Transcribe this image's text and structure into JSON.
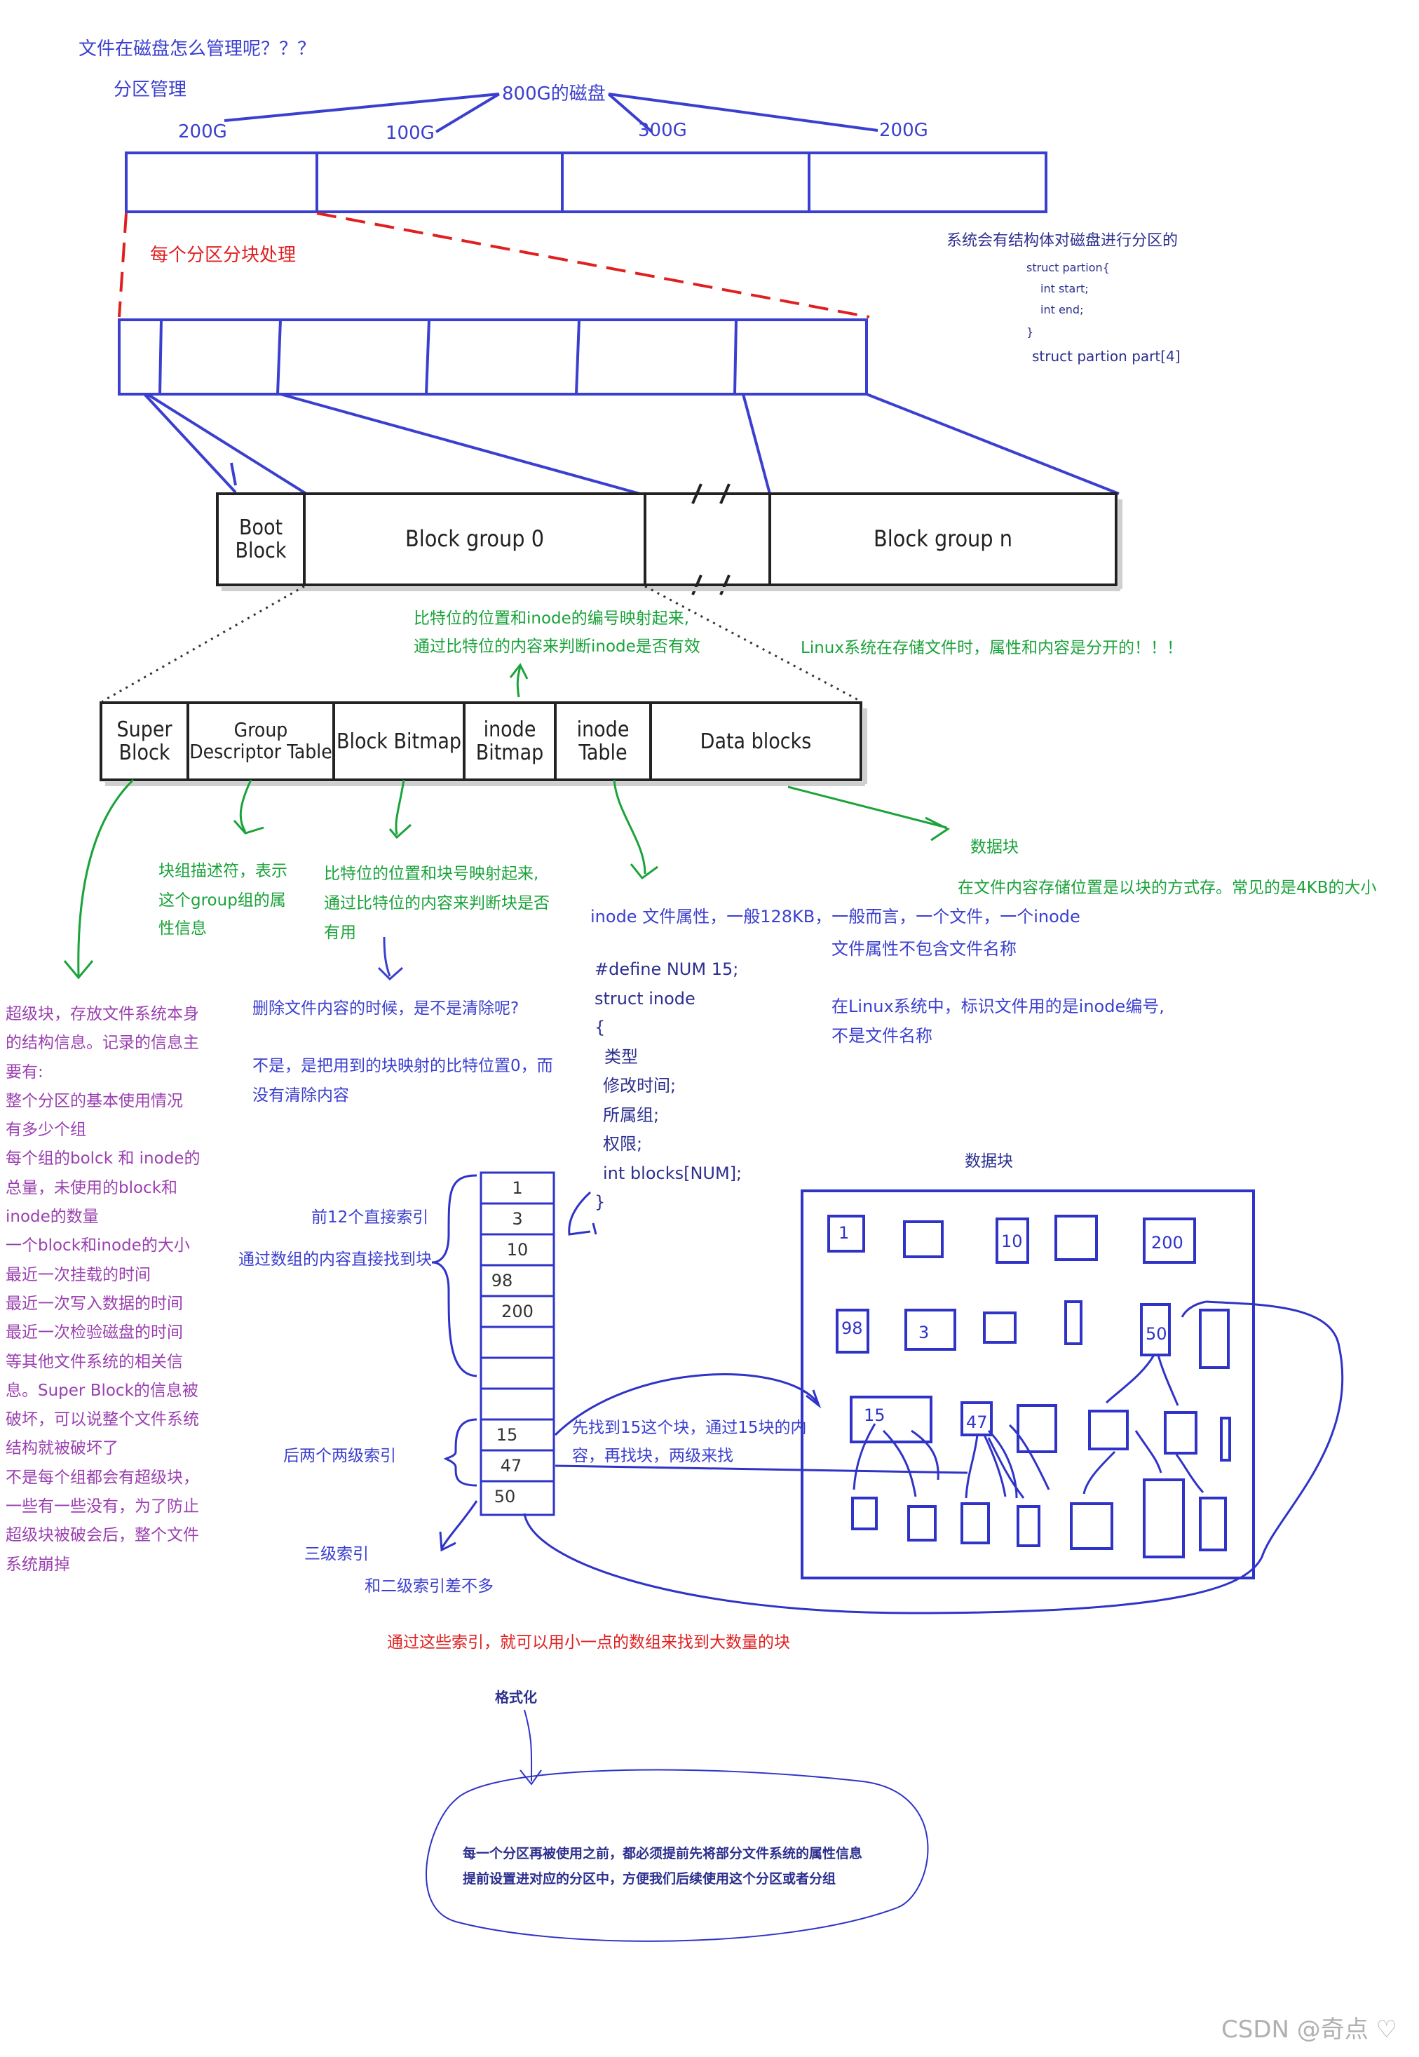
{
  "title": "文件在磁盘怎么管理呢？？？",
  "partition": {
    "heading": "分区管理",
    "disk_label": "800G的磁盘",
    "sizes": [
      "200G",
      "100G",
      "300G",
      "200G"
    ],
    "chunk_note": "每个分区分块处理"
  },
  "struct_note": {
    "title": "系统会有结构体对磁盘进行分区的",
    "lines": [
      "struct partion{",
      "int start;",
      "int end;",
      "}",
      "struct partion part[4]"
    ]
  },
  "layout_boxes": {
    "boot_block": "Boot Block",
    "block_group_0": "Block group 0",
    "block_group_n": "Block group n"
  },
  "group_boxes": [
    "Super Block",
    "Group Descriptor Table",
    "Block Bitmap",
    "inode Bitmap",
    "inode Table",
    "Data blocks"
  ],
  "notes": {
    "inode_bitmap": [
      "比特位的位置和inode的编号映射起来,",
      "通过比特位的内容来判断inode是否有效"
    ],
    "linux_store": "Linux系统在存储文件时，属性和内容是分开的！！！",
    "gdt": [
      "块组描述符，表示",
      "这个group组的属",
      "性信息"
    ],
    "block_bitmap": [
      "比特位的位置和块号映射起来,",
      "通过比特位的内容来判断块是否",
      "有用"
    ],
    "data_blocks_title": "数据块",
    "data_blocks_desc": "在文件内容存储位置是以块的方式存。常见的是4KB的大小",
    "inode_desc": "inode 文件属性，一般128KB，一般而言，一个文件，一个inode",
    "inode_no_name": "文件属性不包含文件名称",
    "linux_id": [
      "在Linux系统中，标识文件用的是inode编号,",
      "不是文件名称"
    ],
    "delete": [
      "删除文件内容的时候，是不是清除呢?",
      "",
      "不是，是把用到的块映射的比特位置0，而",
      "没有清除内容"
    ],
    "superblock": [
      "超级块，存放文件系统本身",
      "的结构信息。记录的信息主",
      "要有:",
      "整个分区的基本使用情况",
      "有多少个组",
      "每个组的bolck 和 inode的",
      "总量，未使用的block和",
      "inode的数量",
      "一个block和inode的大小",
      "最近一次挂载的时间",
      "最近一次写入数据的时间",
      "最近一次检验磁盘的时间",
      "等其他文件系统的相关信",
      "息。Super Block的信息被",
      "破坏，可以说整个文件系统",
      "结构就被破坏了",
      "不是每个组都会有超级块，",
      "一些有一些没有，为了防止",
      "超级块被破会后，整个文件",
      "系统崩掉"
    ]
  },
  "code": [
    "#define NUM 15;",
    "",
    "struct inode",
    "{",
    "类型",
    "修改时间;",
    "所属组;",
    "权限;",
    "int blocks[NUM];",
    "}"
  ],
  "index_notes": {
    "direct_1": "前12个直接索引",
    "direct_2": "通过数组的内容直接找到块",
    "two_level": "后两个两级索引",
    "find15": [
      "先找到15这个块，通过15块的内",
      "容，再找块，两级来找"
    ],
    "three_level": "三级索引",
    "three_level_note": "和二级索引差不多",
    "summary": "通过这些索引，就可以用小一点的数组来找到大数量的块"
  },
  "array_cells": [
    "1",
    "3",
    "10",
    "98",
    "200",
    "",
    "",
    "",
    "15",
    "47",
    "50"
  ],
  "data_block_area": {
    "title": "数据块",
    "labels": [
      "1",
      "10",
      "200",
      "98",
      "3",
      "50",
      "15",
      "47"
    ]
  },
  "format": {
    "title": "格式化",
    "lines": [
      "每一个分区再被使用之前，都必须提前先将部分文件系统的属性信息",
      "提前设置进对应的分区中，方便我们后续使用这个分区或者分组"
    ]
  },
  "watermark": "CSDN @奇点 ♡",
  "colors": {
    "blue": "#3b3fcf",
    "green": "#1aa33a",
    "red": "#e02020",
    "purple": "#9b3fb0"
  }
}
